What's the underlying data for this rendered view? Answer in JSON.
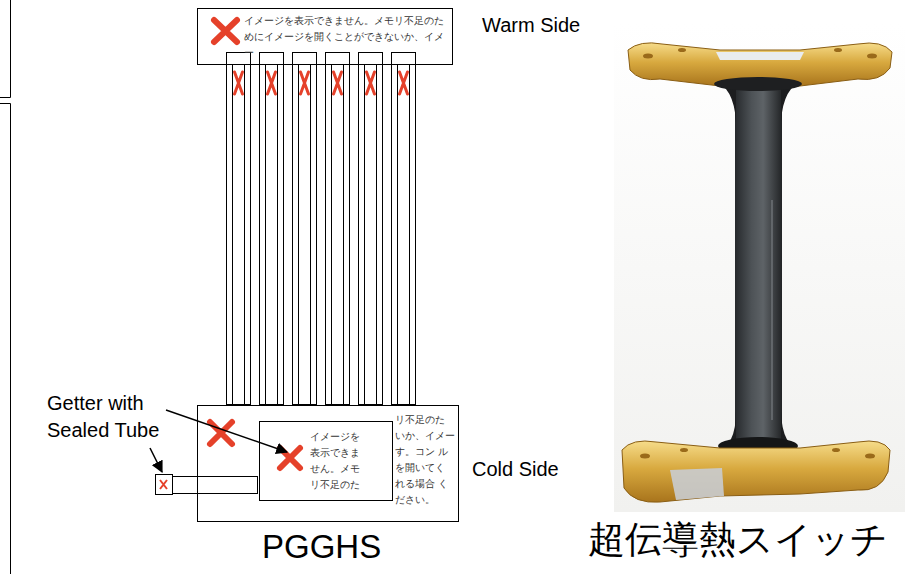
{
  "diagram": {
    "nodes": [
      {
        "text": [
          "イメージを表示できません。メモリ不足のためにイメージを開くことができないか、イメー"
        ]
      },
      {
        "text": [
          "リ不足のた いか、イメー す。コン ルを開いてく れる場合 ください。"
        ]
      },
      {
        "text": [
          "イメージを表示できません。メモリ不足のた"
        ],
        "in": 1
      }
    ],
    "labels": [
      "Warm Side",
      "Getter with Sealed Tube",
      "Cold Side",
      "PGGHS",
      "超伝導熱スイッチ"
    ]
  }
}
